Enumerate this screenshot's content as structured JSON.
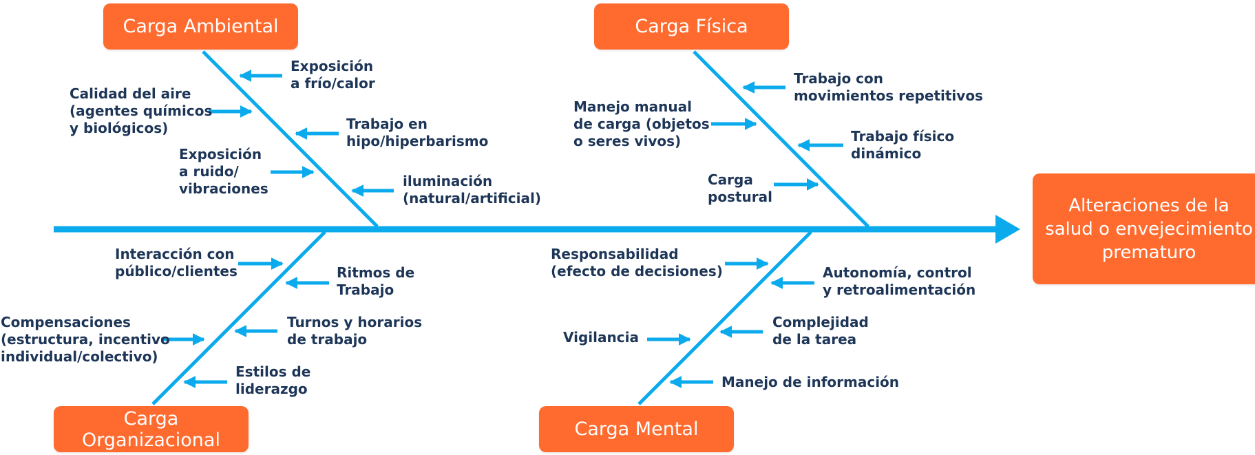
{
  "effect": "Alteraciones de la\nsalud o envejecimiento\nprematuro",
  "categories": {
    "ambiental": "Carga Ambiental",
    "fisica": "Carga Física",
    "organizacional": "Carga Organizacional",
    "mental": "Carga Mental"
  },
  "causes": {
    "ambiental": [
      "Exposición\na frío/calor",
      "Calidad del aire\n(agentes químicos\ny biológicos)",
      "Trabajo en\nhipo/hiperbarismo",
      "Exposición\na ruido/\nvibraciones",
      "iluminación\n(natural/artificial)"
    ],
    "fisica": [
      "Trabajo con\nmovimientos repetitivos",
      "Manejo manual\nde carga (objetos\no seres vivos)",
      "Trabajo físico\ndinámico",
      "Carga\npostural"
    ],
    "organizacional": [
      "Interacción con\npúblico/clientes",
      "Ritmos de\nTrabajo",
      "Compensaciones\n(estructura, incentivo\nindividual/colectivo)",
      "Turnos y horarios\nde trabajo",
      "Estilos de\nliderazgo"
    ],
    "mental": [
      "Responsabilidad\n(efecto de decisiones)",
      "Autonomía, control\ny retroalimentación",
      "Vigilancia",
      "Complejidad\nde la tarea",
      "Manejo de información"
    ]
  },
  "colors": {
    "spine": "#0aaaed",
    "box": "#ff6b2f",
    "text": "#1d3557",
    "box_text": "#ffffff"
  },
  "icons": {
    "spine_head": "arrow-head-icon",
    "cause_arrow": "arrow-left-icon"
  }
}
